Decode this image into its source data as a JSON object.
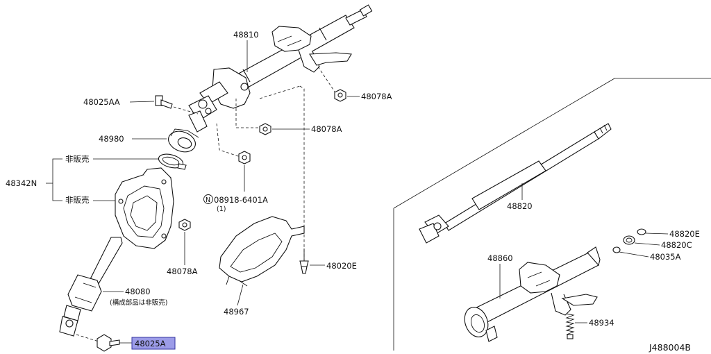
{
  "labels": {
    "p48810": "48810",
    "p48025AA": "48025AA",
    "p48078A_top": "48078A",
    "p48078A_mid": "48078A",
    "p48980": "48980",
    "hibaibai_1": "非販売",
    "hibaibai_2": "非販売",
    "p48342N": "48342N",
    "nut_code": "08918-6401A",
    "nut_prefix": "N",
    "nut_qty": "(1)",
    "p48078A_low": "48078A",
    "p48080": "48080",
    "p48080_note": "(構成部品は非販売)",
    "p48025A": "48025A",
    "p48020E": "48020E",
    "p48967": "48967",
    "p48820": "48820",
    "p48820E": "48820E",
    "p48820C": "48820C",
    "p48035A": "48035A",
    "p48860": "48860",
    "p48934": "48934",
    "diagram_code": "J488004B"
  },
  "highlight_color": "#9c9ce8"
}
